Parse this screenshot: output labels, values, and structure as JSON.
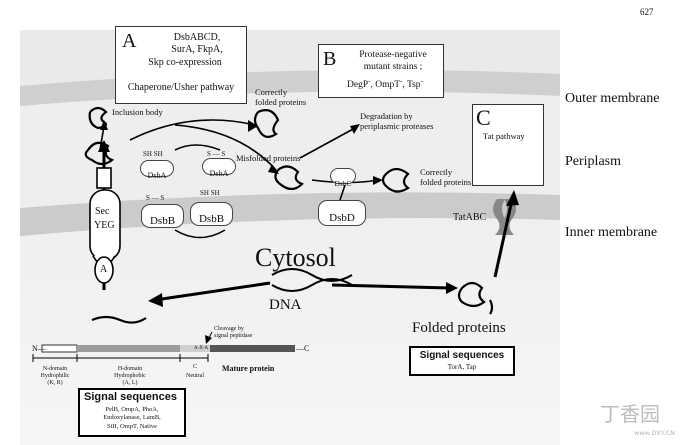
{
  "page_number": "627",
  "regions": {
    "outer_membrane": "Outer membrane",
    "periplasm": "Periplasm",
    "inner_membrane": "Inner membrane",
    "cytosol": "Cytosol"
  },
  "box_a": {
    "letter": "A",
    "lines": [
      "DsbABCD,",
      "SurA, FkpA,",
      "Skp co-expression"
    ],
    "footer": "Chaperone/Usher pathway"
  },
  "box_b": {
    "letter": "B",
    "lines": [
      "Protease-negative",
      "mutant strains ;",
      "DegP",
      ", OmpT",
      ", Tsp"
    ],
    "superscript": "-"
  },
  "box_c": {
    "letter": "C",
    "label": "Tat pathway"
  },
  "labels": {
    "inclusion_body": "Inclusion body",
    "correctly_folded_top_1": "Correctly",
    "correctly_folded_top_2": "folded proteins",
    "degradation_1": "Degradation by",
    "degradation_2": "periplasmic proteases",
    "misfolded": "Misfolded proteins",
    "correctly_folded_mid_1": "Correctly",
    "correctly_folded_mid_2": "folded proteins",
    "sec_1": "Sec",
    "sec_2": "YEG",
    "sec_a": "A",
    "dsbb_1": "DsbB",
    "dsbb_2": "DsbB",
    "dsba_1": "DsbA",
    "dsba_2": "DsbA",
    "dsbc": "DsbC",
    "dsbd": "DsbD",
    "tatabc": "TatABC",
    "dna": "DNA",
    "folded_proteins": "Folded proteins",
    "sh_sh": "SH SH",
    "s_s": "S — S",
    "cleavage_1": "Cleavage by",
    "cleavage_2": "signal peptidase",
    "mature_protein": "Mature protein",
    "n_terminus": "N—",
    "c_terminus": "—C"
  },
  "domains": {
    "n_domain": [
      "N-domain",
      "Hydrophilic",
      "(K, R)"
    ],
    "h_domain": [
      "H-domain",
      "Hydrophobic",
      "(A, L)"
    ],
    "c_domain": [
      "C",
      "Neutral"
    ],
    "axa": "A-X-A"
  },
  "signal_box_left": {
    "title_1": "Signal",
    "title_2": "sequences",
    "items": [
      "PelB, OmpA, PhoA,",
      "Endoxylanase, LamB,",
      "StII, OmpT, Native"
    ]
  },
  "signal_box_right": {
    "title": "Signal sequences",
    "items": "TorA, Tap"
  },
  "watermark": "丁香园",
  "watermark_url": "www.DXY.CN"
}
